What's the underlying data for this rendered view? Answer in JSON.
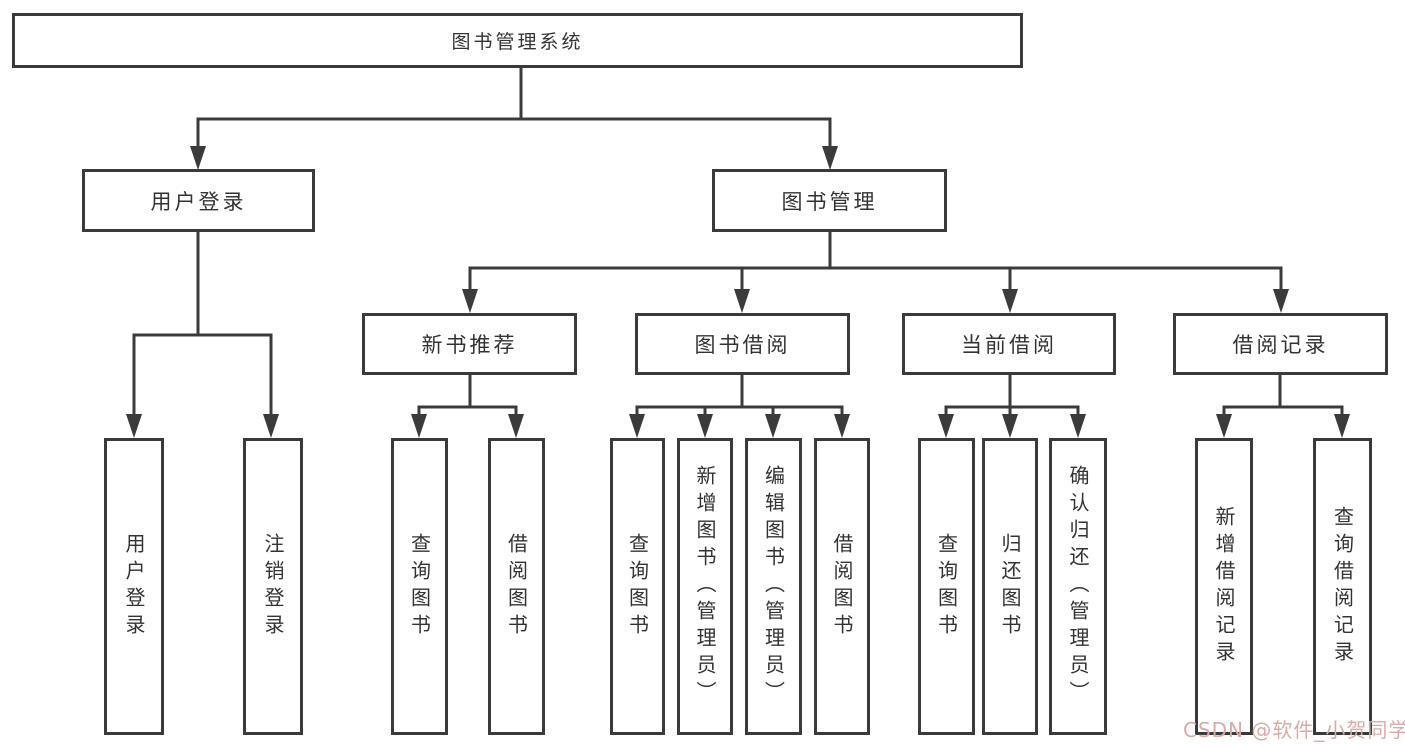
{
  "diagram": {
    "type": "hierarchy-tree",
    "title": "图书管理系统",
    "colors": {
      "line": "#3b3b3b",
      "border": "#3a3a3a",
      "text": "#333333",
      "background": "#ffffff"
    },
    "root": {
      "label": "图书管理系统"
    },
    "level2": [
      {
        "id": "user-login",
        "label": "用户登录"
      },
      {
        "id": "book-management",
        "label": "图书管理"
      }
    ],
    "level3": [
      {
        "id": "new-book-recommend",
        "label": "新书推荐",
        "parent": "book-management"
      },
      {
        "id": "book-borrow",
        "label": "图书借阅",
        "parent": "book-management"
      },
      {
        "id": "current-borrow",
        "label": "当前借阅",
        "parent": "book-management"
      },
      {
        "id": "borrow-records",
        "label": "借阅记录",
        "parent": "book-management"
      }
    ],
    "leaves": {
      "user_login": [
        {
          "label": "用户登录"
        },
        {
          "label": "注销登录"
        }
      ],
      "new_book": [
        {
          "label": "查询图书"
        },
        {
          "label": "借阅图书"
        }
      ],
      "book_borrow": [
        {
          "label": "查询图书"
        },
        {
          "label": "新增图书（管理员）"
        },
        {
          "label": "编辑图书（管理员）"
        },
        {
          "label": "借阅图书"
        }
      ],
      "current_borrow": [
        {
          "label": "查询图书"
        },
        {
          "label": "归还图书"
        },
        {
          "label": "确认归还（管理员）"
        }
      ],
      "borrow_records": [
        {
          "label": "新增借阅记录"
        },
        {
          "label": "查询借阅记录"
        }
      ]
    }
  },
  "watermark": {
    "text": "CSDN @软件_小贺同学",
    "color": "#d9aba7"
  }
}
